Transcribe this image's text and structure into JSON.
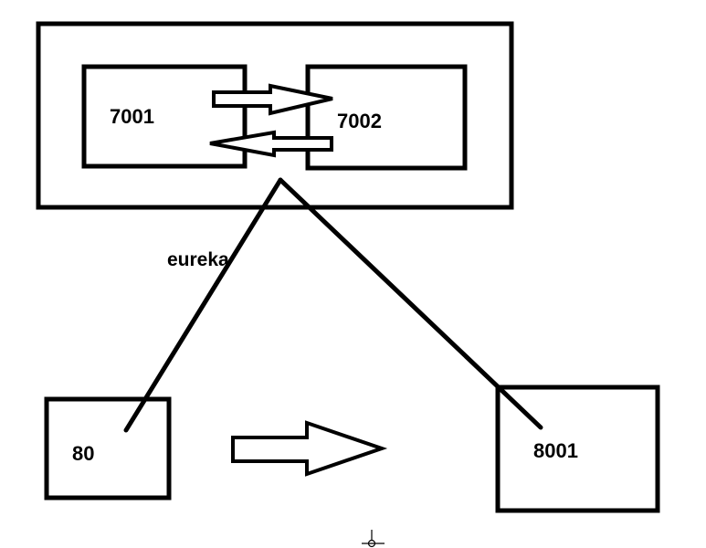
{
  "diagram": {
    "nodes": {
      "n7001": "7001",
      "n7002": "7002",
      "n80": "80",
      "n8001": "8001"
    },
    "edge_label": "eureka"
  }
}
